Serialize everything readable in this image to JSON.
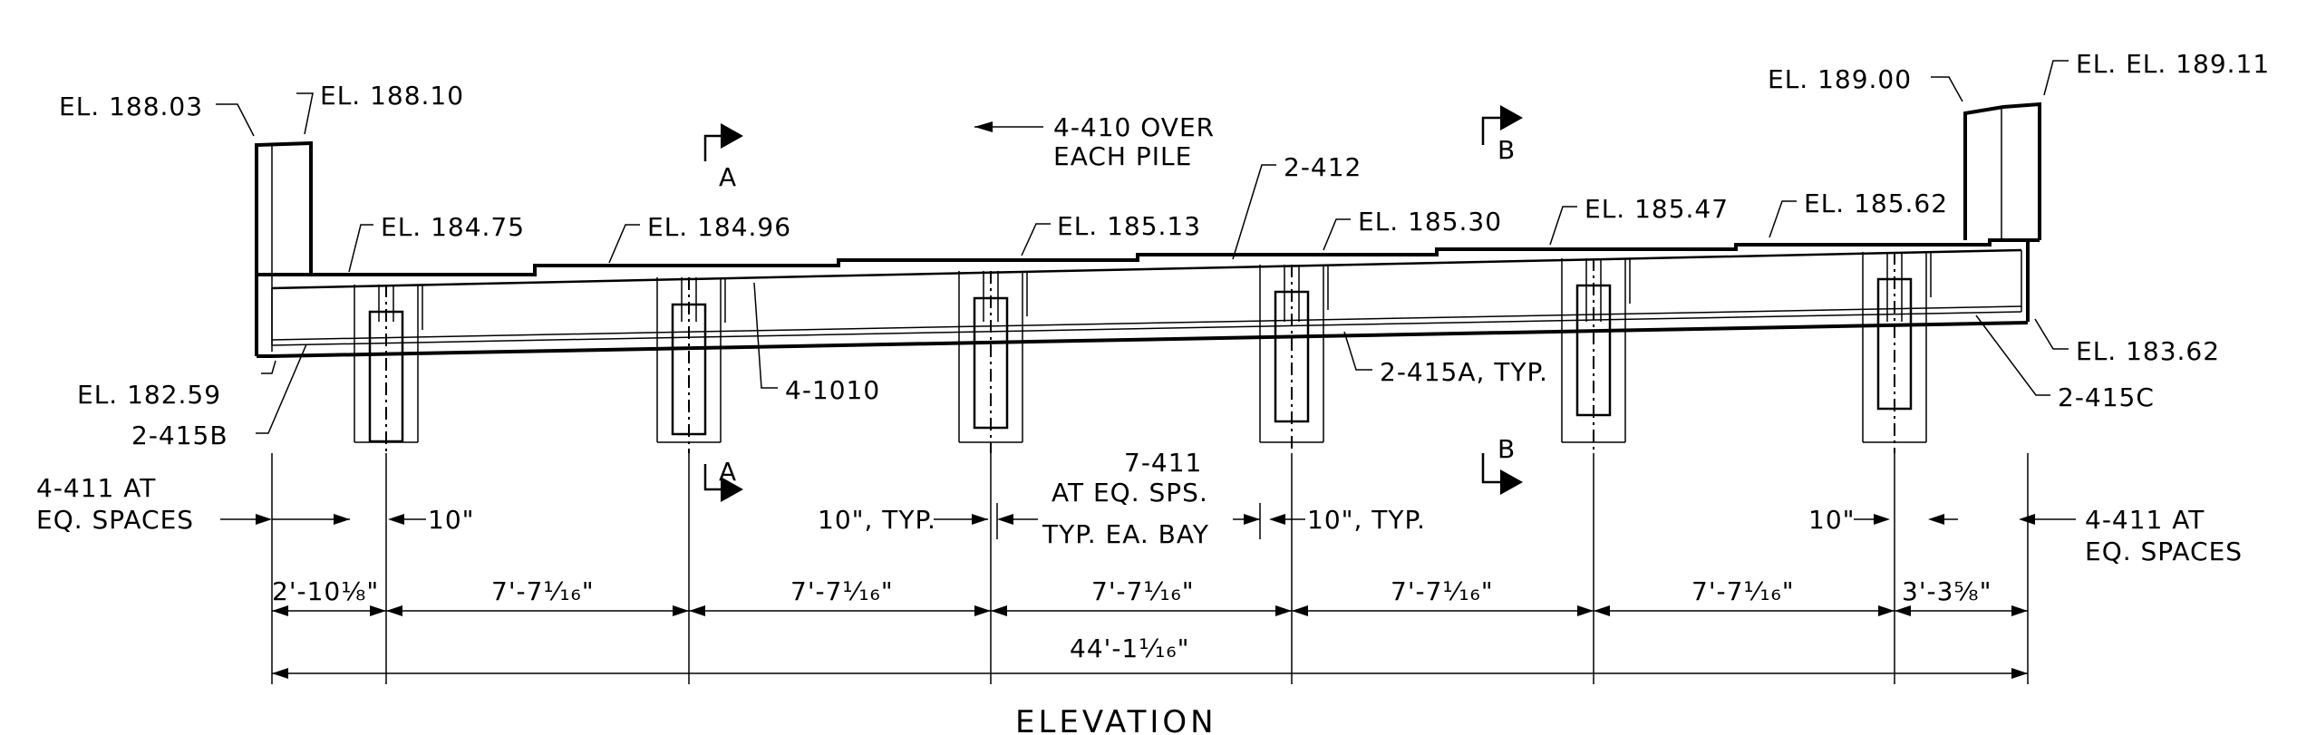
{
  "elevations": {
    "left_wall_outer": "EL. 188.03",
    "left_wall_inner": "EL. 188.10",
    "right_wall_inner": "EL. 189.00",
    "right_wall_outer": "EL. EL. 189.11",
    "top_1": "EL. 184.75",
    "top_2": "EL. 184.96",
    "top_3": "EL. 185.13",
    "top_4": "EL. 185.30",
    "top_5": "EL. 185.47",
    "top_6": "EL. 185.62",
    "bottom_left": "EL. 182.59",
    "bottom_right": "EL. 183.62"
  },
  "rebar": {
    "over_pile_line1": "4-410 OVER",
    "over_pile_line2": "EACH PILE",
    "top_bars": "2-412",
    "diagonal": "4-1010",
    "bottom_typ": "2-415A, TYP.",
    "bottom_left": "2-415B",
    "bottom_right": "2-415C"
  },
  "sections": {
    "a_top": "A",
    "a_bottom": "A",
    "b_top": "B",
    "b_bottom": "B"
  },
  "spacing_notes": {
    "left_line1": "4-411 AT",
    "left_line2": "EQ. SPACES",
    "left_ten": "10\"",
    "ten_typ_left": "10\", TYP.",
    "middle_line1": "7-411",
    "middle_line2": "AT EQ. SPS.",
    "middle_line3": "TYP. EA. BAY",
    "ten_typ_right": "10\", TYP.",
    "right_ten": "10\"",
    "right_line1": "4-411 AT",
    "right_line2": "EQ. SPACES"
  },
  "dimensions": {
    "d1": "2'-10⅛\"",
    "d2": "7'-7¹⁄₁₆\"",
    "d3": "7'-7¹⁄₁₆\"",
    "d4": "7'-7¹⁄₁₆\"",
    "d5": "7'-7¹⁄₁₆\"",
    "d6": "7'-7¹⁄₁₆\"",
    "d7": "3'-3⅝\"",
    "overall": "44'-1¹⁄₁₆\""
  },
  "title": "ELEVATION"
}
